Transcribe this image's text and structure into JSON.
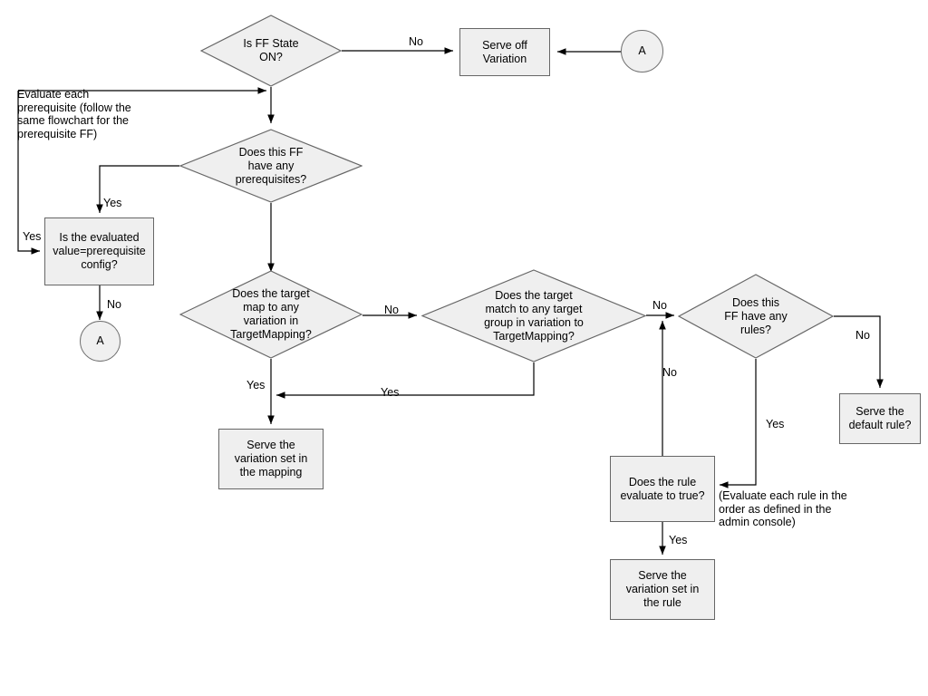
{
  "diagram": {
    "title": "Feature Flag Evaluation Flowchart",
    "fill_color": "#efefef",
    "stroke_color": "#666666",
    "line_color": "#000000",
    "text_color": "#000000",
    "background": "#ffffff"
  },
  "nodes": {
    "is_ff_state_on": "Is FF State\nON?",
    "serve_off_variation": "Serve off\nVariation",
    "connector_a_top": "A",
    "connector_a_left": "A",
    "has_prerequisites": "Does this FF\nhave any\nprerequisites?",
    "evaluated_value_prereq": "Is the evaluated\nvalue=prerequisite\nconfig?",
    "target_map_variation": "Does the target\nmap to any\nvariation in\nTargetMapping?",
    "target_match_group": "Does the target\nmatch to any target\ngroup in variation to\nTargetMapping?",
    "ff_have_rules": "Does this\nFF have any\nrules?",
    "serve_default_rule": "Serve the\ndefault rule?",
    "serve_variation_mapping": "Serve the\nvariation set in\nthe mapping",
    "rule_evaluate_true": "Does the rule\nevaluate to true?",
    "serve_variation_rule": "Serve the\nvariation set in\nthe rule"
  },
  "edge_labels": {
    "state_on_no": "No",
    "prereq_yes": "Yes",
    "prereq_loop_yes": "Yes",
    "prereq_config_no": "No",
    "target_map_no": "No",
    "target_map_yes": "Yes",
    "target_group_yes": "Yes",
    "target_group_no": "No",
    "rules_no": "No",
    "rules_yes": "Yes",
    "rule_eval_no": "No",
    "rule_eval_yes": "Yes"
  },
  "notes": {
    "prerequisite_note": "Evaluate each\nprerequisite (follow the\nsame flowchart for the\nprerequisite FF)",
    "rule_order_note": "(Evaluate each rule in the\norder as defined in the\nadmin console)"
  }
}
